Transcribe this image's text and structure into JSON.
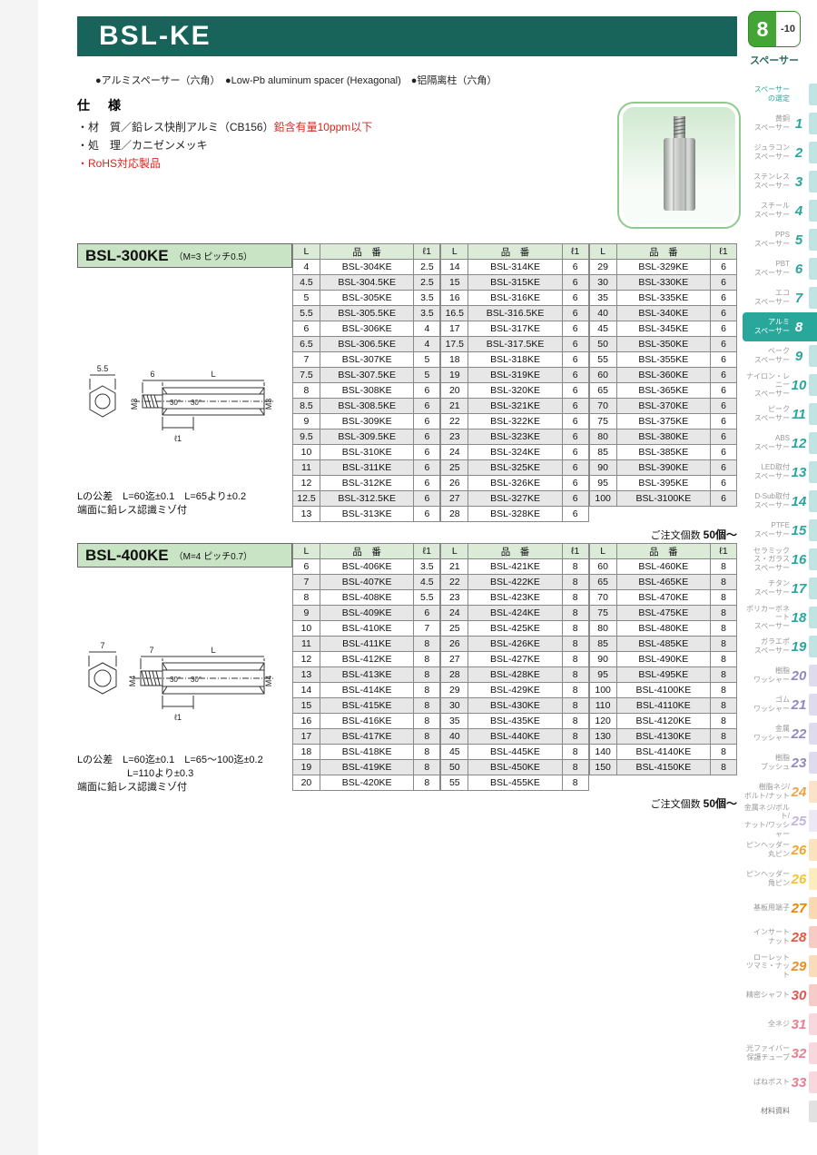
{
  "header": {
    "title": "BSL-KE",
    "page_tab": {
      "number": "8",
      "suffix": "-10",
      "label": "スペーサー"
    },
    "bullets": "●アルミスペーサー（六角）　●Low-Pb aluminum spacer (Hexagonal)　●铝隔离柱（六角）"
  },
  "specs": {
    "heading": "仕　様",
    "material_label": "・材　質／鉛レス快削アルミ（CB156）",
    "material_red": "鉛含有量10ppm以下",
    "treatment": "・処　理／カニゼンメッキ",
    "rohs": "・RoHS対応製品"
  },
  "sections": [
    {
      "title": "BSL-300KE",
      "pitch": "（M=3 ピッチ0.5）",
      "drawing": {
        "flats": "5.5",
        "thread_left": "M3",
        "stud_len": "6",
        "body_len": "L",
        "thread_right": "M3",
        "angle_left": "30°",
        "angle_right": "30°",
        "l1": "ℓ1"
      },
      "table_headers": [
        "L",
        "品　番",
        "ℓ1"
      ],
      "groups": [
        [
          [
            "4",
            "BSL-304KE",
            "2.5"
          ],
          [
            "4.5",
            "BSL-304.5KE",
            "2.5"
          ],
          [
            "5",
            "BSL-305KE",
            "3.5"
          ],
          [
            "5.5",
            "BSL-305.5KE",
            "3.5"
          ],
          [
            "6",
            "BSL-306KE",
            "4"
          ],
          [
            "6.5",
            "BSL-306.5KE",
            "4"
          ],
          [
            "7",
            "BSL-307KE",
            "5"
          ],
          [
            "7.5",
            "BSL-307.5KE",
            "5"
          ],
          [
            "8",
            "BSL-308KE",
            "6"
          ],
          [
            "8.5",
            "BSL-308.5KE",
            "6"
          ],
          [
            "9",
            "BSL-309KE",
            "6"
          ],
          [
            "9.5",
            "BSL-309.5KE",
            "6"
          ],
          [
            "10",
            "BSL-310KE",
            "6"
          ],
          [
            "11",
            "BSL-311KE",
            "6"
          ],
          [
            "12",
            "BSL-312KE",
            "6"
          ],
          [
            "12.5",
            "BSL-312.5KE",
            "6"
          ],
          [
            "13",
            "BSL-313KE",
            "6"
          ]
        ],
        [
          [
            "14",
            "BSL-314KE",
            "6"
          ],
          [
            "15",
            "BSL-315KE",
            "6"
          ],
          [
            "16",
            "BSL-316KE",
            "6"
          ],
          [
            "16.5",
            "BSL-316.5KE",
            "6"
          ],
          [
            "17",
            "BSL-317KE",
            "6"
          ],
          [
            "17.5",
            "BSL-317.5KE",
            "6"
          ],
          [
            "18",
            "BSL-318KE",
            "6"
          ],
          [
            "19",
            "BSL-319KE",
            "6"
          ],
          [
            "20",
            "BSL-320KE",
            "6"
          ],
          [
            "21",
            "BSL-321KE",
            "6"
          ],
          [
            "22",
            "BSL-322KE",
            "6"
          ],
          [
            "23",
            "BSL-323KE",
            "6"
          ],
          [
            "24",
            "BSL-324KE",
            "6"
          ],
          [
            "25",
            "BSL-325KE",
            "6"
          ],
          [
            "26",
            "BSL-326KE",
            "6"
          ],
          [
            "27",
            "BSL-327KE",
            "6"
          ],
          [
            "28",
            "BSL-328KE",
            "6"
          ]
        ],
        [
          [
            "29",
            "BSL-329KE",
            "6"
          ],
          [
            "30",
            "BSL-330KE",
            "6"
          ],
          [
            "35",
            "BSL-335KE",
            "6"
          ],
          [
            "40",
            "BSL-340KE",
            "6"
          ],
          [
            "45",
            "BSL-345KE",
            "6"
          ],
          [
            "50",
            "BSL-350KE",
            "6"
          ],
          [
            "55",
            "BSL-355KE",
            "6"
          ],
          [
            "60",
            "BSL-360KE",
            "6"
          ],
          [
            "65",
            "BSL-365KE",
            "6"
          ],
          [
            "70",
            "BSL-370KE",
            "6"
          ],
          [
            "75",
            "BSL-375KE",
            "6"
          ],
          [
            "80",
            "BSL-380KE",
            "6"
          ],
          [
            "85",
            "BSL-385KE",
            "6"
          ],
          [
            "90",
            "BSL-390KE",
            "6"
          ],
          [
            "95",
            "BSL-395KE",
            "6"
          ],
          [
            "100",
            "BSL-3100KE",
            "6"
          ]
        ]
      ],
      "notes": [
        "Lの公差　L=60迄±0.1　L=65より±0.2",
        "端面に鉛レス認識ミゾ付"
      ],
      "order_label": "ご注文個数 ",
      "order_qty": "50個〜"
    },
    {
      "title": "BSL-400KE",
      "pitch": "（M=4 ピッチ0.7）",
      "drawing": {
        "flats": "7",
        "thread_left": "M4",
        "stud_len": "7",
        "body_len": "L",
        "thread_right": "M4",
        "angle_left": "30°",
        "angle_right": "30°",
        "l1": "ℓ1"
      },
      "table_headers": [
        "L",
        "品　番",
        "ℓ1"
      ],
      "groups": [
        [
          [
            "6",
            "BSL-406KE",
            "3.5"
          ],
          [
            "7",
            "BSL-407KE",
            "4.5"
          ],
          [
            "8",
            "BSL-408KE",
            "5.5"
          ],
          [
            "9",
            "BSL-409KE",
            "6"
          ],
          [
            "10",
            "BSL-410KE",
            "7"
          ],
          [
            "11",
            "BSL-411KE",
            "8"
          ],
          [
            "12",
            "BSL-412KE",
            "8"
          ],
          [
            "13",
            "BSL-413KE",
            "8"
          ],
          [
            "14",
            "BSL-414KE",
            "8"
          ],
          [
            "15",
            "BSL-415KE",
            "8"
          ],
          [
            "16",
            "BSL-416KE",
            "8"
          ],
          [
            "17",
            "BSL-417KE",
            "8"
          ],
          [
            "18",
            "BSL-418KE",
            "8"
          ],
          [
            "19",
            "BSL-419KE",
            "8"
          ],
          [
            "20",
            "BSL-420KE",
            "8"
          ]
        ],
        [
          [
            "21",
            "BSL-421KE",
            "8"
          ],
          [
            "22",
            "BSL-422KE",
            "8"
          ],
          [
            "23",
            "BSL-423KE",
            "8"
          ],
          [
            "24",
            "BSL-424KE",
            "8"
          ],
          [
            "25",
            "BSL-425KE",
            "8"
          ],
          [
            "26",
            "BSL-426KE",
            "8"
          ],
          [
            "27",
            "BSL-427KE",
            "8"
          ],
          [
            "28",
            "BSL-428KE",
            "8"
          ],
          [
            "29",
            "BSL-429KE",
            "8"
          ],
          [
            "30",
            "BSL-430KE",
            "8"
          ],
          [
            "35",
            "BSL-435KE",
            "8"
          ],
          [
            "40",
            "BSL-440KE",
            "8"
          ],
          [
            "45",
            "BSL-445KE",
            "8"
          ],
          [
            "50",
            "BSL-450KE",
            "8"
          ],
          [
            "55",
            "BSL-455KE",
            "8"
          ]
        ],
        [
          [
            "60",
            "BSL-460KE",
            "8"
          ],
          [
            "65",
            "BSL-465KE",
            "8"
          ],
          [
            "70",
            "BSL-470KE",
            "8"
          ],
          [
            "75",
            "BSL-475KE",
            "8"
          ],
          [
            "80",
            "BSL-480KE",
            "8"
          ],
          [
            "85",
            "BSL-485KE",
            "8"
          ],
          [
            "90",
            "BSL-490KE",
            "8"
          ],
          [
            "95",
            "BSL-495KE",
            "8"
          ],
          [
            "100",
            "BSL-4100KE",
            "8"
          ],
          [
            "110",
            "BSL-4110KE",
            "8"
          ],
          [
            "120",
            "BSL-4120KE",
            "8"
          ],
          [
            "130",
            "BSL-4130KE",
            "8"
          ],
          [
            "140",
            "BSL-4140KE",
            "8"
          ],
          [
            "150",
            "BSL-4150KE",
            "8"
          ]
        ]
      ],
      "notes": [
        "Lの公差　L=60迄±0.1　L=65〜100迄±0.2",
        "　　　　　L=110より±0.3",
        "端面に鉛レス認識ミゾ付"
      ],
      "order_label": "ご注文個数 ",
      "order_qty": "50個〜"
    }
  ],
  "sidebar": {
    "items": [
      {
        "label": "スペーサー\nの選定",
        "num": "",
        "color": "#2aa79b",
        "text_color": "#2aa79b"
      },
      {
        "label": "黄銅\nスペーサー",
        "num": "1",
        "color": "#2aa79b"
      },
      {
        "label": "ジュラコン\nスペーサー",
        "num": "2",
        "color": "#2aa79b"
      },
      {
        "label": "ステンレス\nスペーサー",
        "num": "3",
        "color": "#2aa79b"
      },
      {
        "label": "スチール\nスペーサー",
        "num": "4",
        "color": "#2aa79b"
      },
      {
        "label": "PPS\nスペーサー",
        "num": "5",
        "color": "#2aa79b"
      },
      {
        "label": "PBT\nスペーサー",
        "num": "6",
        "color": "#2aa79b"
      },
      {
        "label": "エコ\nスペーサー",
        "num": "7",
        "color": "#2aa79b"
      },
      {
        "label": "アルミ\nスペーサー",
        "num": "8",
        "color": "#2aa79b",
        "active": true
      },
      {
        "label": "ベーク\nスペーサー",
        "num": "9",
        "color": "#2aa79b"
      },
      {
        "label": "ナイロン・レニー\nスペーサー",
        "num": "10",
        "color": "#2aa79b"
      },
      {
        "label": "ピーク\nスペーサー",
        "num": "11",
        "color": "#2aa79b"
      },
      {
        "label": "ABS\nスペーサー",
        "num": "12",
        "color": "#2aa79b"
      },
      {
        "label": "LED取付\nスペーサー",
        "num": "13",
        "color": "#2aa79b"
      },
      {
        "label": "D-Sub取付\nスペーサー",
        "num": "14",
        "color": "#2aa79b"
      },
      {
        "label": "PTFE\nスペーサー",
        "num": "15",
        "color": "#2aa79b"
      },
      {
        "label": "セラミックス・ガラス\nスペーサー",
        "num": "16",
        "color": "#2aa79b"
      },
      {
        "label": "チタン\nスペーサー",
        "num": "17",
        "color": "#2aa79b"
      },
      {
        "label": "ポリカーボネート\nスペーサー",
        "num": "18",
        "color": "#2aa79b"
      },
      {
        "label": "ガラエポ\nスペーサー",
        "num": "19",
        "color": "#2aa79b"
      },
      {
        "label": "樹脂\nワッシャー",
        "num": "20",
        "color": "#9187c6"
      },
      {
        "label": "ゴム\nワッシャー",
        "num": "21",
        "color": "#9187c6"
      },
      {
        "label": "金属\nワッシャー",
        "num": "22",
        "color": "#9187c6"
      },
      {
        "label": "樹脂\nブッシュ",
        "num": "23",
        "color": "#9187c6"
      },
      {
        "label": "樹脂ネジ/\nボルト/ナット",
        "num": "24",
        "color": "#f0a24a"
      },
      {
        "label": "金属ネジ/ボルト/\nナット/ワッシャー",
        "num": "25",
        "color": "#c3b4dd"
      },
      {
        "label": "ピンヘッダー\n丸ピン",
        "num": "26",
        "color": "#f5a329"
      },
      {
        "label": "ピンヘッダー\n角ピン",
        "num": "26",
        "color": "#f5c32a"
      },
      {
        "label": "基板用端子",
        "num": "27",
        "color": "#ef8200"
      },
      {
        "label": "インサート\nナット",
        "num": "28",
        "color": "#e8543f"
      },
      {
        "label": "ローレット\nツマミ・ナット",
        "num": "29",
        "color": "#f08c1e"
      },
      {
        "label": "精密シャフト",
        "num": "30",
        "color": "#e2574c"
      },
      {
        "label": "全ネジ",
        "num": "31",
        "color": "#e87f8e"
      },
      {
        "label": "光ファイバー\n保護チューブ",
        "num": "32",
        "color": "#e87f8e"
      },
      {
        "label": "ばねポスト",
        "num": "33",
        "color": "#e87f8e"
      },
      {
        "label": "材料資料",
        "num": "",
        "color": "#9a9a9a",
        "text_color": "#777"
      }
    ]
  }
}
